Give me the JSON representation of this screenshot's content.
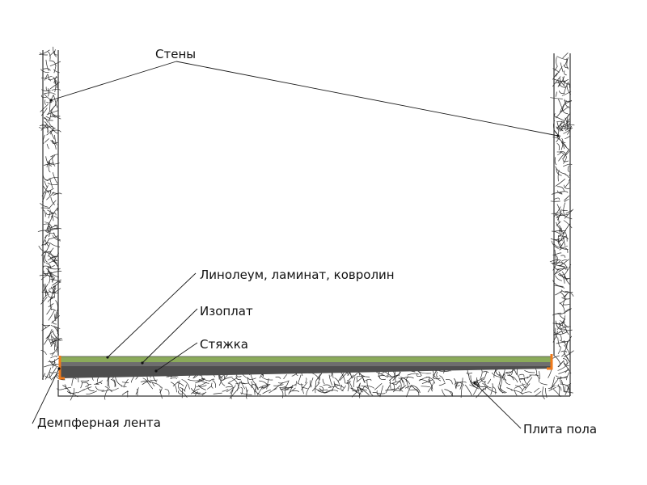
{
  "labels": {
    "walls": "Стены",
    "floor_cover": "Линолеум, ламинат, ковролин",
    "isoplat": "Изоплат",
    "screed": "Стяжка",
    "damper_tape": "Демпферная лента",
    "floor_slab": "Плита пола"
  },
  "colors": {
    "floor_cover": "#8bab5a",
    "isoplat": "#6e6e6e",
    "screed": "#4e4e4e",
    "damper_tape": "#f07a1a",
    "hatch": "#2a2a2a"
  }
}
